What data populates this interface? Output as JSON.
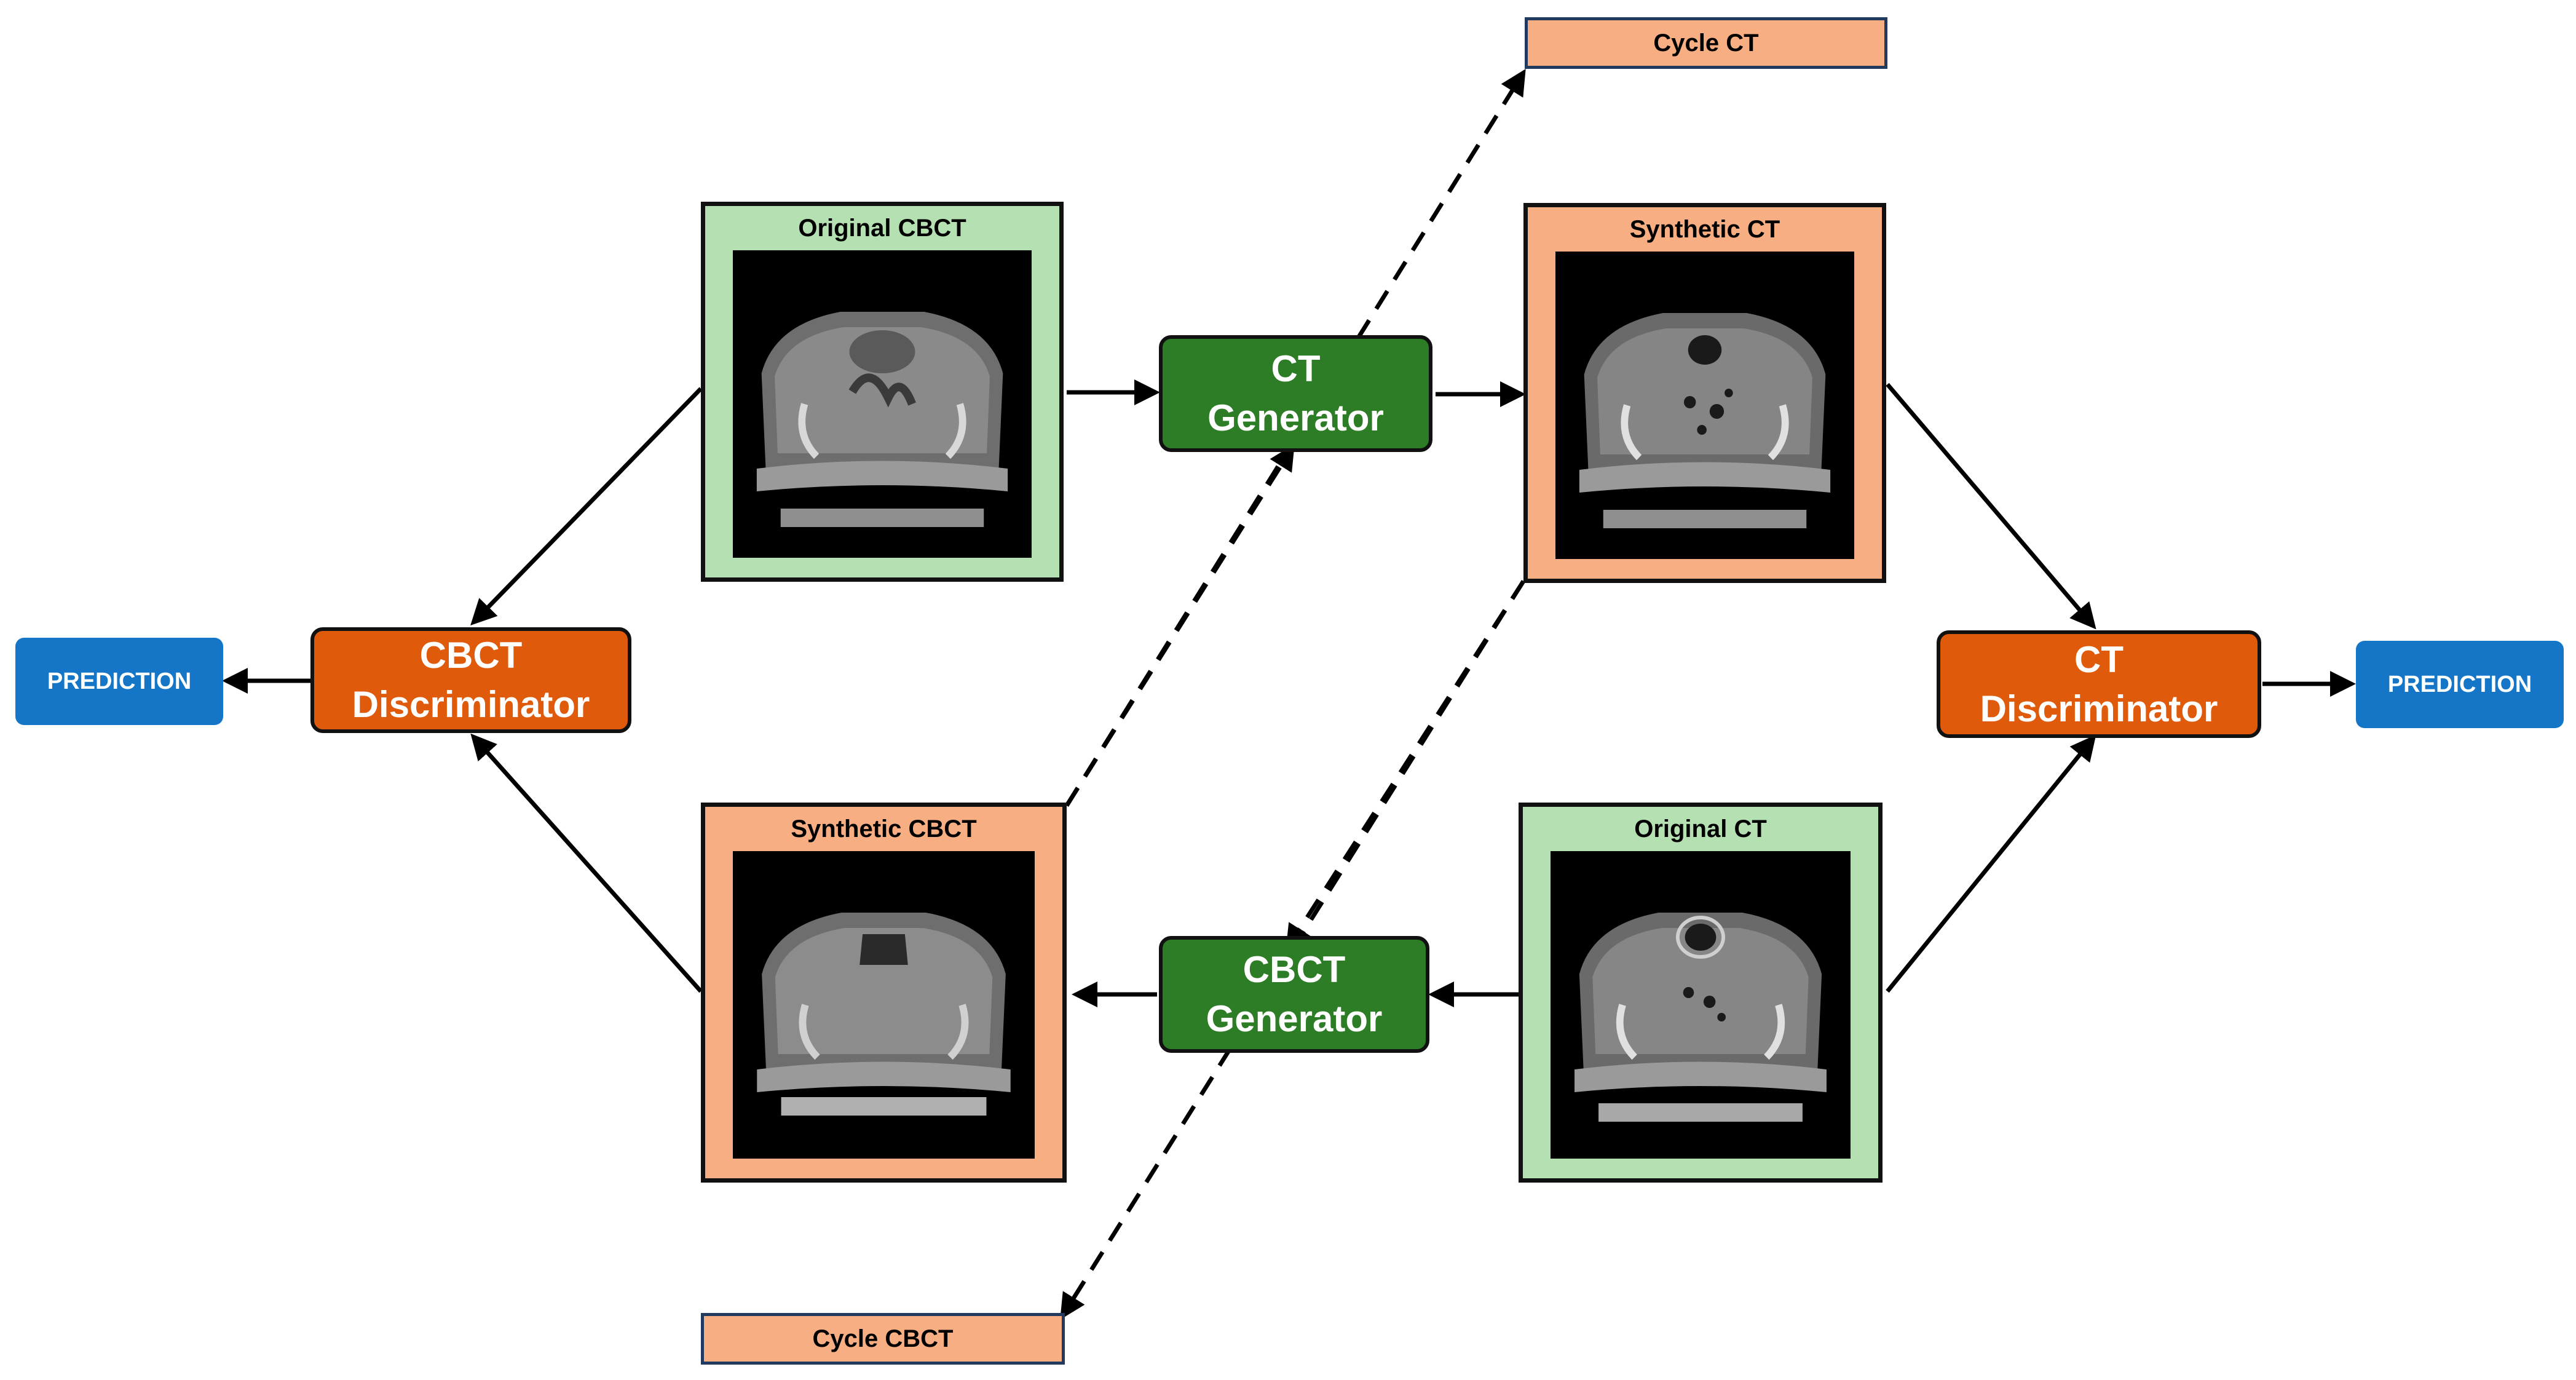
{
  "colors": {
    "original_fill": "#b5e0b1",
    "synthetic_fill": "#f8ae83",
    "generator_fill": "#2c7d26",
    "discriminator_fill": "#df5a0b",
    "prediction_fill": "#1576c8",
    "cycle_border": "#223a5e"
  },
  "panels": {
    "original_cbct": {
      "title": "Original CBCT"
    },
    "synthetic_ct": {
      "title": "Synthetic CT"
    },
    "synthetic_cbct": {
      "title": "Synthetic CBCT"
    },
    "original_ct": {
      "title": "Original CT"
    }
  },
  "generators": {
    "ct": {
      "line1": "CT",
      "line2": "Generator"
    },
    "cbct": {
      "line1": "CBCT",
      "line2": "Generator"
    }
  },
  "discriminators": {
    "cbct": {
      "line1": "CBCT",
      "line2": "Discriminator"
    },
    "ct": {
      "line1": "CT",
      "line2": "Discriminator"
    }
  },
  "predictions": {
    "left": "PREDICTION",
    "right": "PREDICTION"
  },
  "cycles": {
    "ct": "Cycle CT",
    "cbct": "Cycle CBCT"
  }
}
